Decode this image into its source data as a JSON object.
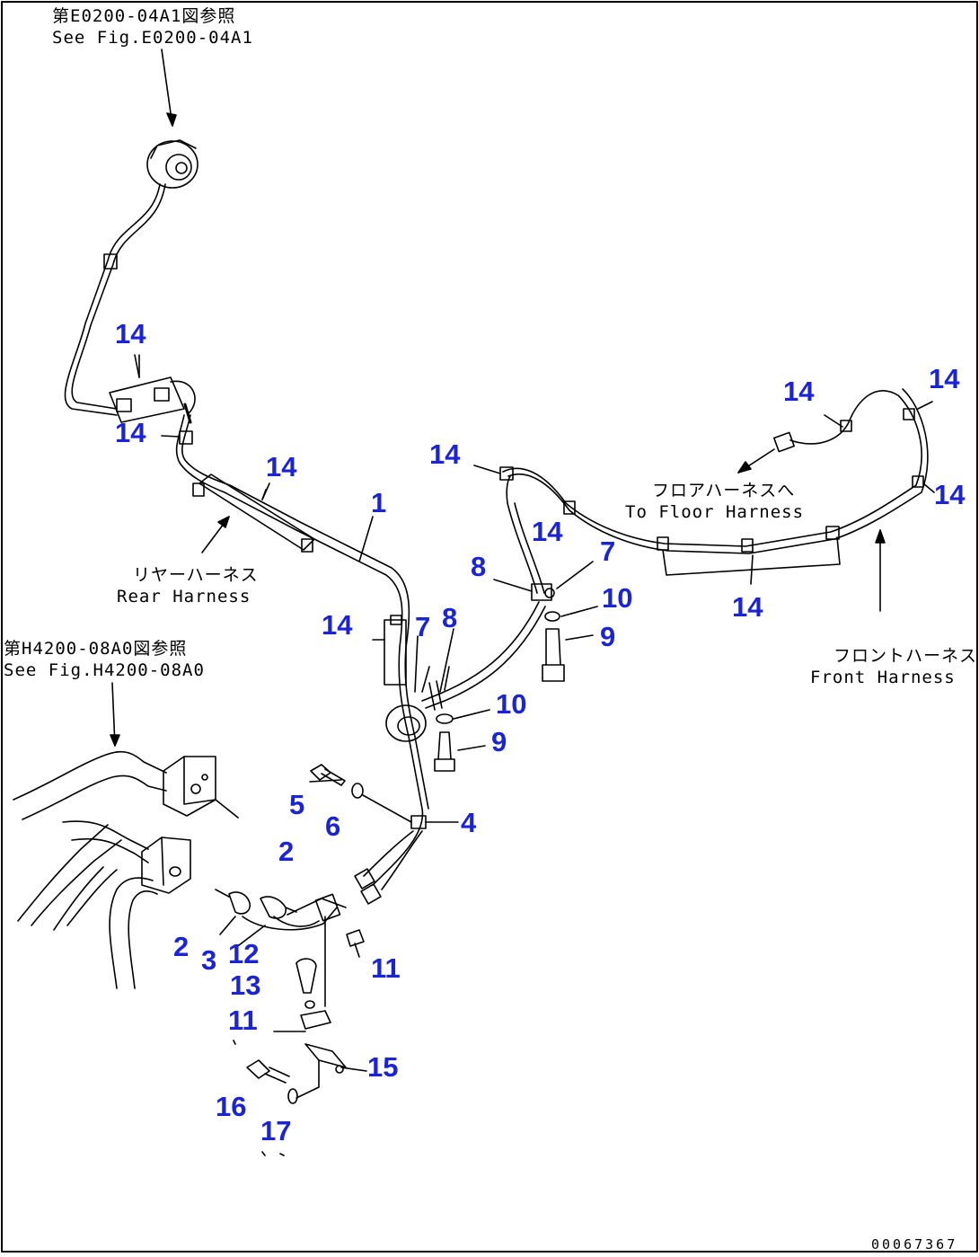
{
  "colors": {
    "callout": "#1a24d6",
    "line": "#000000",
    "background": "#ffffff"
  },
  "references": {
    "top": {
      "jp": "第E0200-04A1図参照",
      "en": "See Fig.E0200-04A1"
    },
    "left": {
      "jp": "第H4200-08A0図参照",
      "en": "See Fig.H4200-08A0"
    }
  },
  "harness_labels": {
    "rear": {
      "jp": "リヤーハーネス",
      "en": "Rear Harness"
    },
    "floor": {
      "jp": "フロアハーネスへ",
      "en": "To Floor Harness"
    },
    "front": {
      "jp": "フロントハーネス",
      "en": "Front Harness"
    }
  },
  "callouts": [
    {
      "id": "c14a",
      "text": "14"
    },
    {
      "id": "c14b",
      "text": "14"
    },
    {
      "id": "c14c",
      "text": "14"
    },
    {
      "id": "c1",
      "text": "1"
    },
    {
      "id": "c14d",
      "text": "14"
    },
    {
      "id": "c7a",
      "text": "7"
    },
    {
      "id": "c8a",
      "text": "8"
    },
    {
      "id": "c10a",
      "text": "10"
    },
    {
      "id": "c9a",
      "text": "9"
    },
    {
      "id": "c5",
      "text": "5"
    },
    {
      "id": "c6",
      "text": "6"
    },
    {
      "id": "c4",
      "text": "4"
    },
    {
      "id": "c2a",
      "text": "2"
    },
    {
      "id": "c2b",
      "text": "2"
    },
    {
      "id": "c3",
      "text": "3"
    },
    {
      "id": "c12",
      "text": "12"
    },
    {
      "id": "c13",
      "text": "13"
    },
    {
      "id": "c11a",
      "text": "11"
    },
    {
      "id": "c11b",
      "text": "11"
    },
    {
      "id": "c15",
      "text": "15"
    },
    {
      "id": "c16",
      "text": "16"
    },
    {
      "id": "c17",
      "text": "17"
    },
    {
      "id": "c14e",
      "text": "14"
    },
    {
      "id": "c14f",
      "text": "14"
    },
    {
      "id": "c8b",
      "text": "8"
    },
    {
      "id": "c7b",
      "text": "7"
    },
    {
      "id": "c10b",
      "text": "10"
    },
    {
      "id": "c9b",
      "text": "9"
    },
    {
      "id": "c14g",
      "text": "14"
    },
    {
      "id": "c14h",
      "text": "14"
    },
    {
      "id": "c14i",
      "text": "14"
    },
    {
      "id": "c14j",
      "text": "14"
    }
  ],
  "document_id": "00067367"
}
